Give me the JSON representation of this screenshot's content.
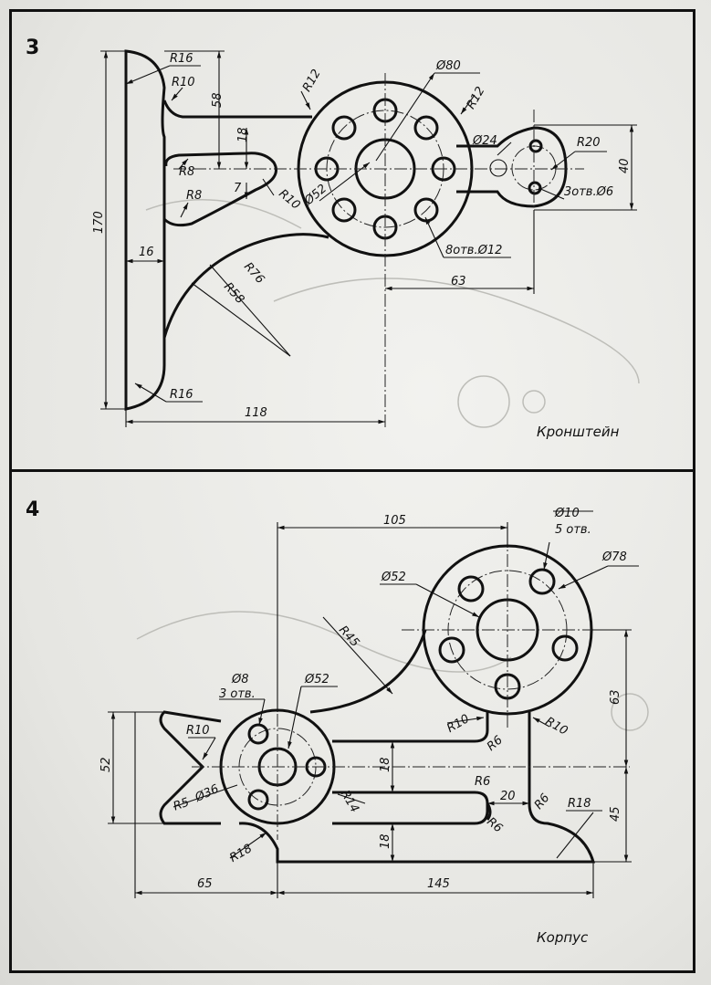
{
  "drawing3": {
    "number": "3",
    "title": "Кронштейн",
    "dims": {
      "r16_top": "R16",
      "r10_top": "R10",
      "d58": "58",
      "r12_left": "R12",
      "dia80": "Ø80",
      "r12_right": "R12",
      "dia24": "Ø24",
      "r20": "R20",
      "d18": "18",
      "r8_a": "R8",
      "d7": "7",
      "r10_mid": "R10",
      "dia52": "Ø52",
      "r8_b": "R8",
      "holes3": "3отв.Ø6",
      "d40": "40",
      "d170": "170",
      "d16": "16",
      "holes8": "8отв.Ø12",
      "r76": "R76",
      "r58": "R58",
      "d63": "63",
      "r16_bottom": "R16",
      "d118": "118"
    }
  },
  "drawing4": {
    "number": "4",
    "title": "Корпус",
    "dims": {
      "d105": "105",
      "dia10": "Ø10",
      "holes5": "5 отв.",
      "dia78": "Ø78",
      "dia52_top": "Ø52",
      "r45": "R45",
      "dia8": "Ø8",
      "holes3": "3 отв.",
      "dia52_small": "Ø52",
      "r10_left": "R10",
      "r10_mid": "R10",
      "r6_a": "R6",
      "r10_right": "R10",
      "d63": "63",
      "d52": "52",
      "dia36": "Ø36",
      "d18_a": "18",
      "r6_b": "R6",
      "r5": "R5",
      "r14": "R14",
      "d20": "20",
      "r6_c": "R6",
      "r6_d": "R6",
      "r18_right": "R18",
      "d45": "45",
      "r18_left": "R18",
      "d18_b": "18",
      "d65": "65",
      "d145": "145"
    }
  }
}
